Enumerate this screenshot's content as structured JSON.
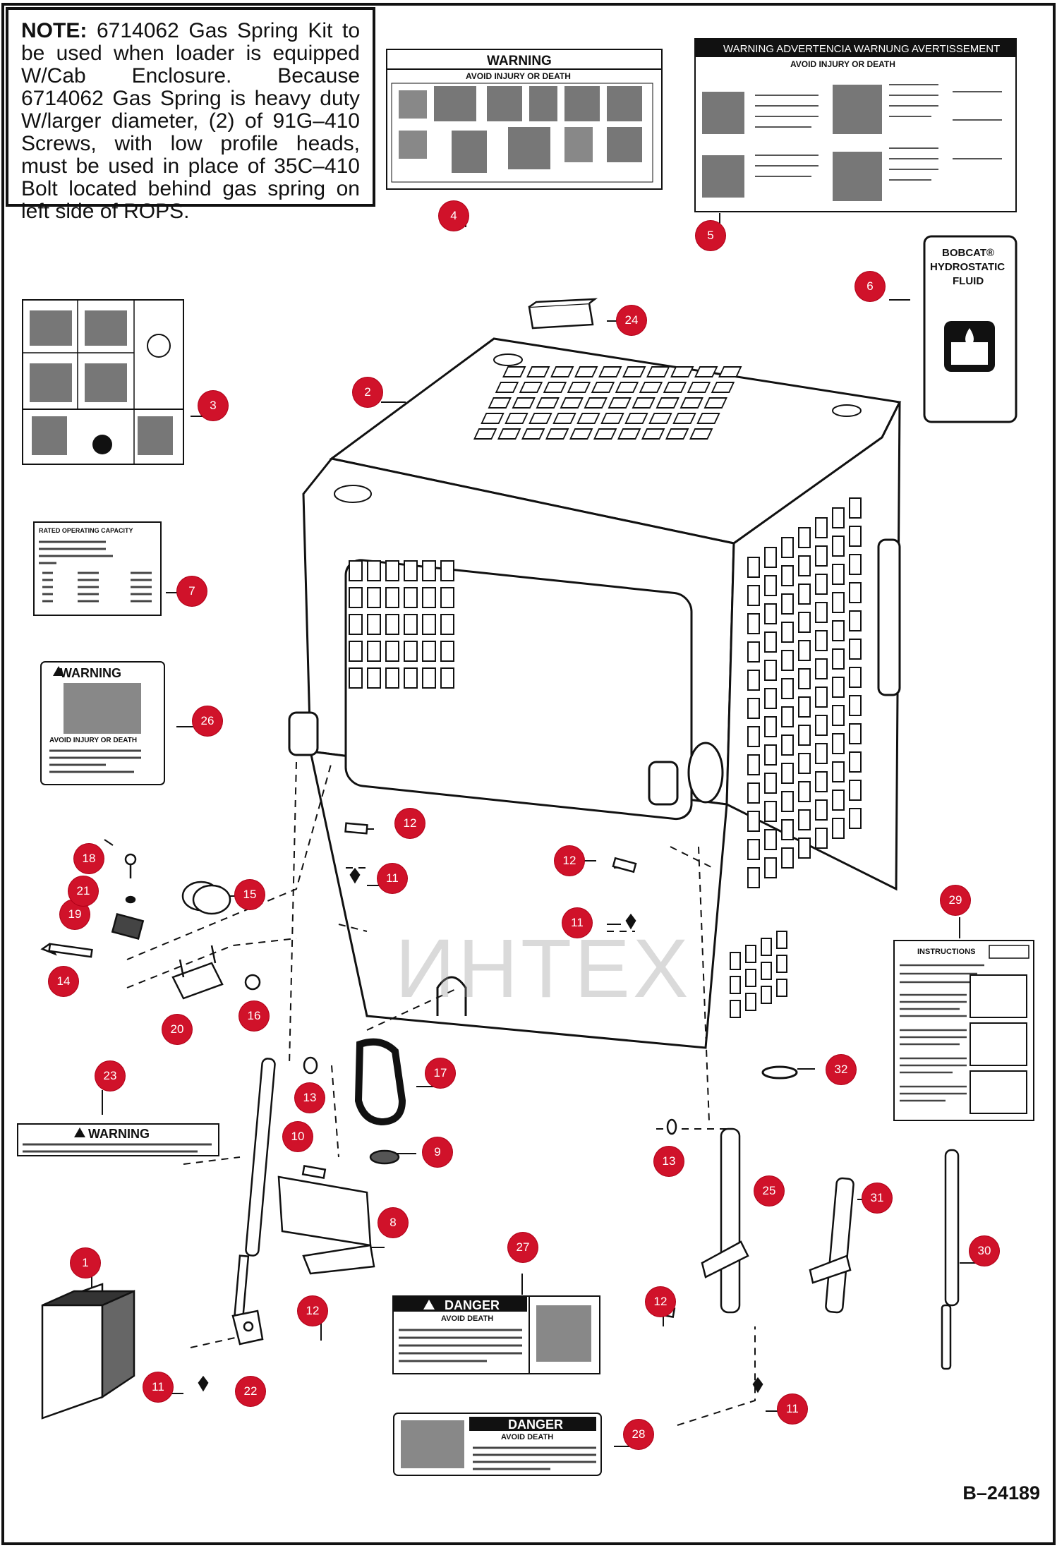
{
  "note": {
    "label": "NOTE:",
    "text": " 6714062 Gas Spring Kit to be used when loader is equipped W/Cab Enclosure. Because 6714062 Gas Spring is heavy duty W/larger diameter, (2) of 91G–410 Screws, with low profile heads, must be used in place of 35C–410 Bolt located behind gas spring on left side of ROPS."
  },
  "figure_id": "B–24189",
  "watermark": "ИНТЕХ",
  "decals": {
    "warning_4": "WARNING",
    "warning_4_sub": "AVOID INJURY OR DEATH",
    "warning_5": "WARNING ADVERTENCIA WARNUNG AVERTISSEMENT",
    "warning_5_sub": "AVOID INJURY OR DEATH",
    "fluid_6_line1": "BOBCAT®",
    "fluid_6_line2": "HYDROSTATIC",
    "fluid_6_line3": "FLUID",
    "capacity_7": "RATED OPERATING CAPACITY",
    "warning_26": "WARNING",
    "warning_26_sub": "AVOID INJURY OR DEATH",
    "warning_23": "WARNING",
    "danger_27": "DANGER",
    "danger_27_sub": "AVOID DEATH",
    "danger_28": "DANGER",
    "danger_28_sub": "AVOID DEATH",
    "instructions_29": "INSTRUCTIONS"
  },
  "callouts": [
    {
      "id": "1",
      "label": "1"
    },
    {
      "id": "2",
      "label": "2"
    },
    {
      "id": "3",
      "label": "3"
    },
    {
      "id": "4",
      "label": "4"
    },
    {
      "id": "5",
      "label": "5"
    },
    {
      "id": "6",
      "label": "6"
    },
    {
      "id": "7",
      "label": "7"
    },
    {
      "id": "8",
      "label": "8"
    },
    {
      "id": "9",
      "label": "9"
    },
    {
      "id": "10",
      "label": "10"
    },
    {
      "id": "11a",
      "label": "11"
    },
    {
      "id": "11b",
      "label": "11"
    },
    {
      "id": "11c",
      "label": "11"
    },
    {
      "id": "11d",
      "label": "11"
    },
    {
      "id": "12a",
      "label": "12"
    },
    {
      "id": "12b",
      "label": "12"
    },
    {
      "id": "12c",
      "label": "12"
    },
    {
      "id": "12d",
      "label": "12"
    },
    {
      "id": "13a",
      "label": "13"
    },
    {
      "id": "13b",
      "label": "13"
    },
    {
      "id": "14",
      "label": "14"
    },
    {
      "id": "15",
      "label": "15"
    },
    {
      "id": "16",
      "label": "16"
    },
    {
      "id": "17",
      "label": "17"
    },
    {
      "id": "18",
      "label": "18"
    },
    {
      "id": "19",
      "label": "19"
    },
    {
      "id": "20",
      "label": "20"
    },
    {
      "id": "21",
      "label": "21"
    },
    {
      "id": "22",
      "label": "22"
    },
    {
      "id": "23",
      "label": "23"
    },
    {
      "id": "24",
      "label": "24"
    },
    {
      "id": "25",
      "label": "25"
    },
    {
      "id": "26",
      "label": "26"
    },
    {
      "id": "27",
      "label": "27"
    },
    {
      "id": "28",
      "label": "28"
    },
    {
      "id": "29",
      "label": "29"
    },
    {
      "id": "30",
      "label": "30"
    },
    {
      "id": "31",
      "label": "31"
    },
    {
      "id": "32",
      "label": "32"
    }
  ],
  "colors": {
    "callout": "#d0122a",
    "line": "#111111",
    "watermark": "#e8a0a0"
  }
}
